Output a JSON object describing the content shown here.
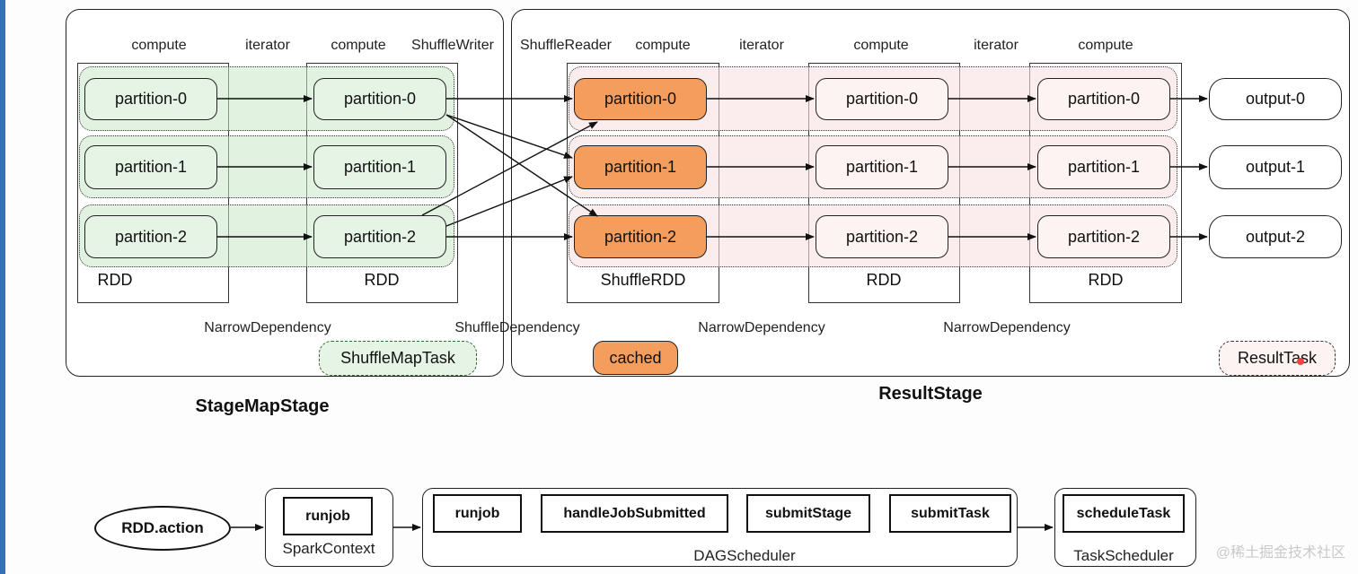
{
  "labels": {
    "compute": "compute",
    "iterator": "iterator",
    "shuffle_writer": "ShuffleWriter",
    "shuffle_reader": "ShuffleReader",
    "narrow_dependency": "NarrowDependency",
    "shuffle_dependency": "ShuffleDependency",
    "rdd": "RDD",
    "shuffle_rdd": "ShuffleRDD"
  },
  "partitions": [
    "partition-0",
    "partition-1",
    "partition-2"
  ],
  "outputs": [
    "output-0",
    "output-1",
    "output-2"
  ],
  "stage_map": {
    "title": "StageMapStage",
    "task": "ShuffleMapTask"
  },
  "result_stage": {
    "title": "ResultStage",
    "task": "ResultTask",
    "cached": "cached"
  },
  "flow": {
    "rdd_action": "RDD.action",
    "spark_context": {
      "label": "SparkContext",
      "runjob": "runjob"
    },
    "dag_scheduler": {
      "label": "DAGScheduler",
      "runjob": "runjob",
      "handle_job_submitted": "handleJobSubmitted",
      "submit_stage": "submitStage",
      "submit_task": "submitTask"
    },
    "task_scheduler": {
      "label": "TaskScheduler",
      "schedule_task": "scheduleTask"
    }
  },
  "watermark": "@稀土掘金技术社区",
  "colors": {
    "shuffle_map_fill": "#e6f4e5",
    "result_fill": "#fdf3f3",
    "cached_fill": "#f59d5c",
    "accent_bar": "#3a6fb0"
  }
}
